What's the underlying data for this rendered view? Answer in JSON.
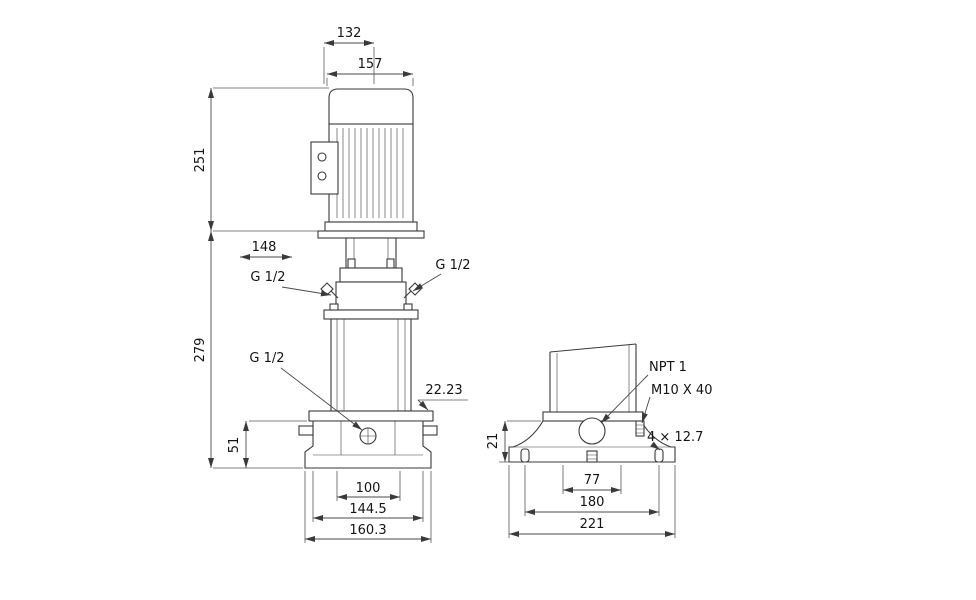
{
  "front_view": {
    "dim_132": "132",
    "dim_157": "157",
    "dim_251": "251",
    "dim_148": "148",
    "dim_279": "279",
    "port_left": "G 1/2",
    "port_right": "G 1/2",
    "port_center": "G 1/2",
    "dim_22_23": "22.23",
    "dim_51": "51",
    "dim_100": "100",
    "dim_144_5": "144.5",
    "dim_160_3": "160.3"
  },
  "base_view": {
    "dim_21": "21",
    "npt_label": "NPT 1",
    "bolt_label": "M10 X 40",
    "holes_label": "4 × 12.7",
    "dim_77": "77",
    "dim_180": "180",
    "dim_221": "221"
  },
  "colors": {
    "line": "#3a3a3a",
    "dimension_line": "#4a4a4a",
    "text": "#141414",
    "background": "#ffffff"
  }
}
